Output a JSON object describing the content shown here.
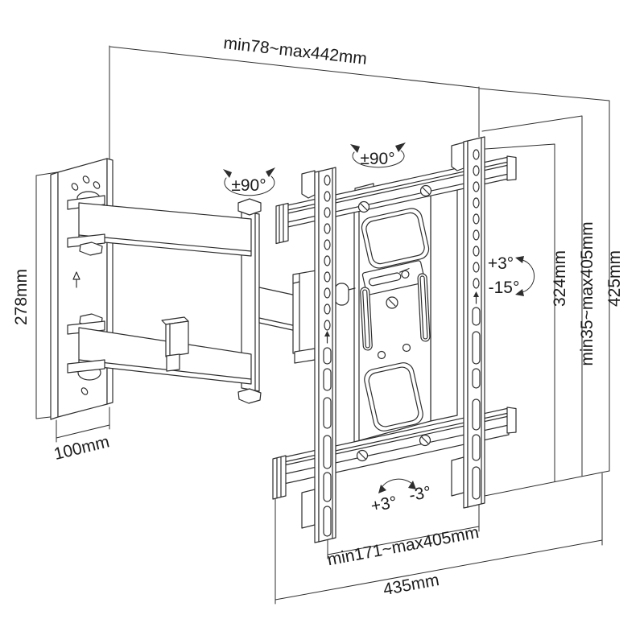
{
  "drawing": {
    "type": "technical-line-drawing",
    "subject": "full-motion articulating TV wall mount bracket",
    "colors": {
      "line": "#2e2e2e",
      "text": "#1b1b1b",
      "background": "#ffffff"
    },
    "dimensions": {
      "extension_range": "min78~max442mm",
      "wall_plate_height": "278mm",
      "wall_plate_width": "100mm",
      "rail_height": "324mm",
      "vesa_vertical_range": "min35~max405mm",
      "total_height": "425mm",
      "vesa_horizontal_range": "min171~max405mm",
      "total_width": "435mm"
    },
    "angles": {
      "arm_swivel": "±90°",
      "plate_swivel": "±90°",
      "tilt_up": "+3°",
      "tilt_down": "-15°",
      "level_adjust_plus": "+3°",
      "level_adjust_minus": "-3°"
    }
  }
}
